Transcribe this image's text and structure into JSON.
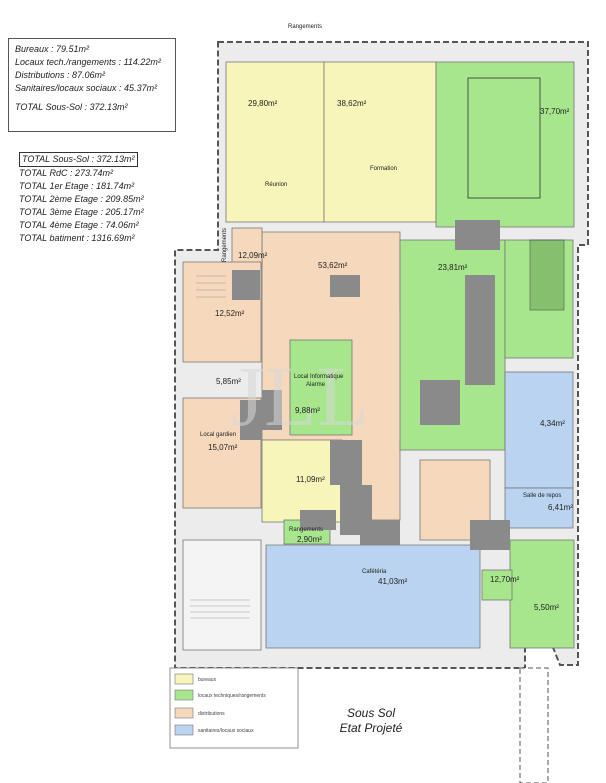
{
  "summary_top": {
    "bureaux": "Bureaux : 79.51m²",
    "locaux_tech": "Locaux tech./rangements : 114.22m²",
    "distributions": "Distributions : 87.06m²",
    "sanitaires": "Sanitaires/locaux sociaux : 45.37m²",
    "total": "TOTAL Sous-Sol : 372.13m²"
  },
  "summary_totals": {
    "sous_sol": "TOTAL Sous-Sol : 372.13m²",
    "rdc": "TOTAL RdC : 273.74m²",
    "etage1": "TOTAL 1er Etage : 181.74m²",
    "etage2": "TOTAL 2ème Etage : 209.85m²",
    "etage3": "TOTAL 3ème Etage : 205.17m²",
    "etage4": "TOTAL 4ème Etage : 74.06m²",
    "batiment": "TOTAL batiment : 1316.69m²"
  },
  "rooms": {
    "a1": "29,80m²",
    "a2": "38,62m²",
    "a3": "37,70m²",
    "reunion": "Réunion",
    "formation": "Formation",
    "a4": "12,09m²",
    "a5": "53,62m²",
    "a6": "23,81m²",
    "a7": "12,52m²",
    "a8": "5,85m²",
    "local_info": "Local Informatique",
    "alarme": "Alarme",
    "a9": "9,88m²",
    "local_gardien": "Local gardien",
    "a10": "15,07m²",
    "a11": "11,09m²",
    "a12": "4,34m²",
    "salle_repos": "Salle de repos",
    "a13": "6,41m²",
    "rangements_mid": "Rangements",
    "a14": "2,90m²",
    "cafeteria": "Cafétéria",
    "a15": "41,03m²",
    "a16": "12,70m²",
    "a17": "5,50m²",
    "rangements_top": "Rangements",
    "rangements_side": "Rangements"
  },
  "legend": {
    "bureaux": "bureaux",
    "locaux": "locaux techniques/rangements",
    "distributions": "distributions",
    "sanitaires": "sanitaires/locaux sociaux"
  },
  "caption": {
    "line1": "Sous Sol",
    "line2": "Etat Projeté"
  },
  "watermark": "JLL",
  "colors": {
    "bureaux": "#f7f5b9",
    "locaux": "#a7e68c",
    "distributions": "#f6d8bd",
    "sanitaires": "#b9d3f0",
    "wall": "#8a8a8a"
  }
}
